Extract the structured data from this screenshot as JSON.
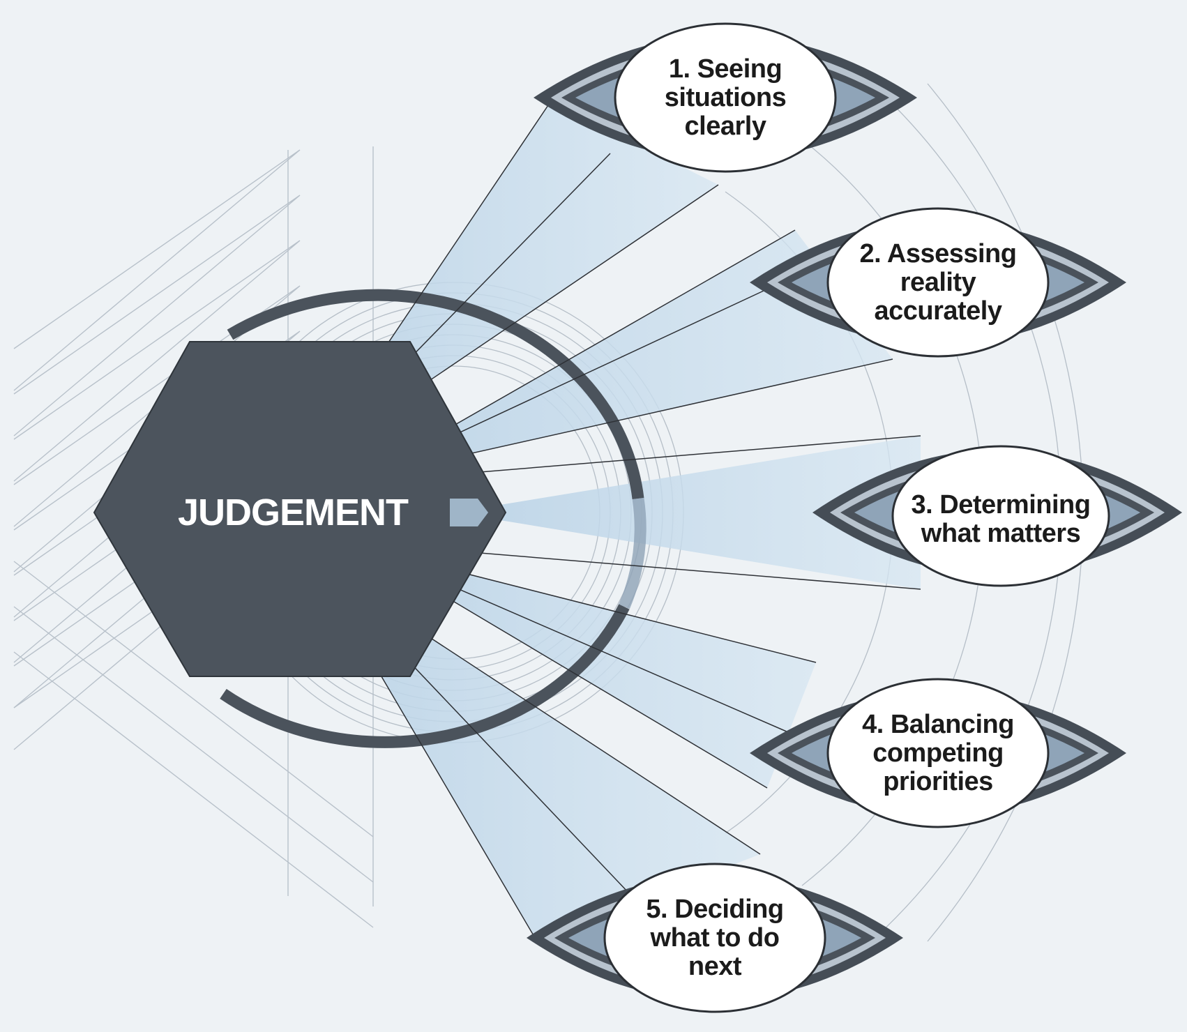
{
  "diagram": {
    "hub_label": "JUDGEMENT",
    "steps": [
      {
        "label": "1. Seeing situations clearly"
      },
      {
        "label": "2. Assessing reality accurately"
      },
      {
        "label": "3. Determining what matters"
      },
      {
        "label": "4. Balancing competing priorities"
      },
      {
        "label": "5. Deciding what to do next"
      }
    ]
  },
  "colors": {
    "background": "#eef2f5",
    "hexagon": "#4c545d",
    "eye_outline": "#454d56",
    "eye_iris": "#8fa4b8",
    "beam": "#c7dceb",
    "grid_line": "#b5bec7"
  }
}
